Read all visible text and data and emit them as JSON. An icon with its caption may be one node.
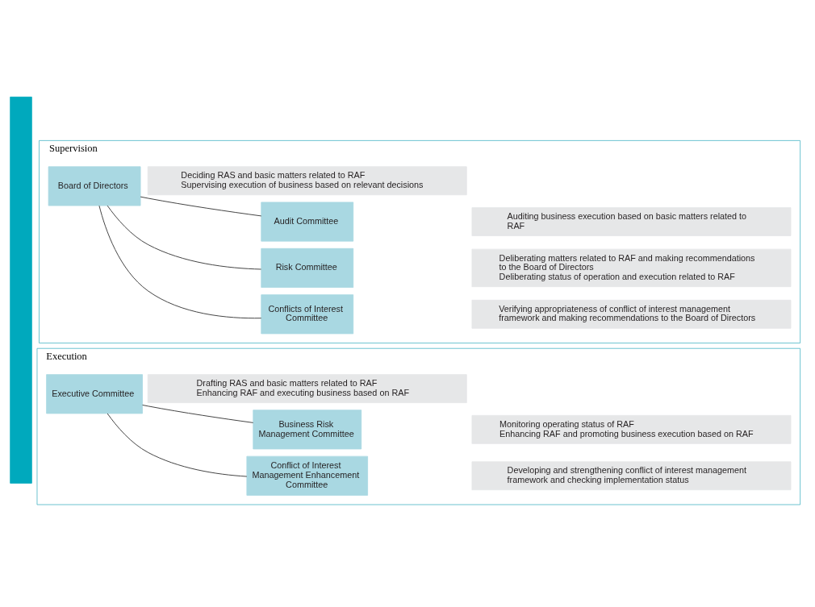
{
  "diagram": {
    "nodes": [
      {
        "text": [],
        "shape": "bar"
      },
      {
        "text": [
          "Supervision"
        ]
      },
      {
        "text": [
          "Board of Directors"
        ],
        "in": 1
      },
      {
        "text": [
          "Deciding RAS and basic matters related to RAF",
          "Supervising execution of business based on relevant decisions"
        ],
        "in": 1
      },
      {
        "text": [
          "Audit Committee"
        ],
        "in": 1
      },
      {
        "text": [
          "Auditing business execution based on basic matters related to RAF"
        ],
        "in": 1
      },
      {
        "text": [
          "Risk Committee"
        ],
        "in": 1
      },
      {
        "text": [
          "Deliberating matters related to RAF and making recommendations to the Board of Directors",
          "Deliberating status of operation and execution related to RAF"
        ],
        "in": 1
      },
      {
        "text": [
          "Conflicts of Interest Committee"
        ],
        "in": 1
      },
      {
        "text": [
          "Verifying appropriateness of conflict of interest management framework and making recommendations to the Board of Directors"
        ],
        "in": 1
      },
      {
        "text": [
          "Execution"
        ]
      },
      {
        "text": [
          "Executive Committee"
        ],
        "in": 10
      },
      {
        "text": [
          "Drafting RAS and basic matters related to RAF",
          "Enhancing RAF and executing business based on RAF"
        ],
        "in": 10
      },
      {
        "text": [
          "Business Risk Management Committee"
        ],
        "in": 10
      },
      {
        "text": [
          "Monitoring operating status of RAF",
          "Enhancing RAF and promoting business execution based on RAF"
        ],
        "in": 10
      },
      {
        "text": [
          "Conflict of Interest Management Enhancement Committee"
        ],
        "in": 10
      },
      {
        "text": [
          "Developing and strengthening conflict of interest management framework and checking implementation status"
        ],
        "in": 10
      }
    ],
    "edges": [
      {
        "from": 2,
        "to": 4,
        "arrow": "none"
      },
      {
        "from": 2,
        "to": 6,
        "arrow": "none"
      },
      {
        "from": 2,
        "to": 8,
        "arrow": "none"
      },
      {
        "from": 11,
        "to": 13,
        "arrow": "none"
      },
      {
        "from": 11,
        "to": 15,
        "arrow": "none"
      }
    ]
  }
}
